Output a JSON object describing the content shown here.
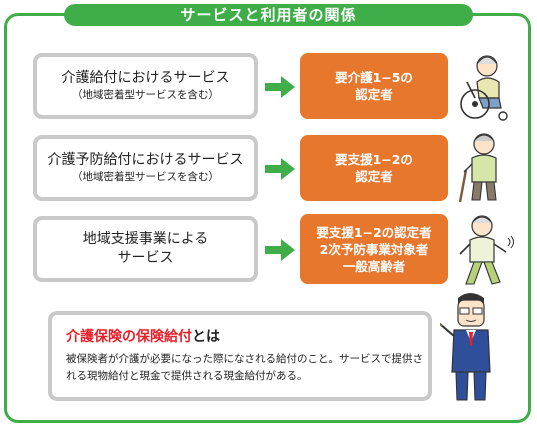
{
  "title": "サービスと利用者の関係",
  "rows": [
    {
      "service_main": "介護給付におけるサービス",
      "service_sub": "（地域密着型サービスを含む）",
      "target_lines": [
        "要介護1−5の",
        "認定者"
      ],
      "figure_icon": "elderly-wheelchair-icon"
    },
    {
      "service_main": "介護予防給付におけるサービス",
      "service_sub": "（地域密着型サービスを含む）",
      "target_lines": [
        "要支援1−2の",
        "認定者"
      ],
      "figure_icon": "elderly-cane-icon"
    },
    {
      "service_main_lines": [
        "地域支援事業による",
        "サービス"
      ],
      "target_lines": [
        "要支援1−2の認定者",
        "2次予防事業対象者",
        "一般高齢者"
      ],
      "figure_icon": "elderly-walking-icon"
    }
  ],
  "definition": {
    "title_highlight": "介護保険の保険給付",
    "title_suffix": "とは",
    "body": "被保険者が介護が必要になった際になされる給付のこと。サービスで提供される現物給付と現金で提供される現金給付がある。",
    "figure_icon": "teacher-pointer-icon"
  },
  "colors": {
    "frame_green": "#3fae49",
    "target_orange": "#e8772e",
    "box_border_gray": "#c9c9c9",
    "highlight_red": "#e8202a"
  }
}
